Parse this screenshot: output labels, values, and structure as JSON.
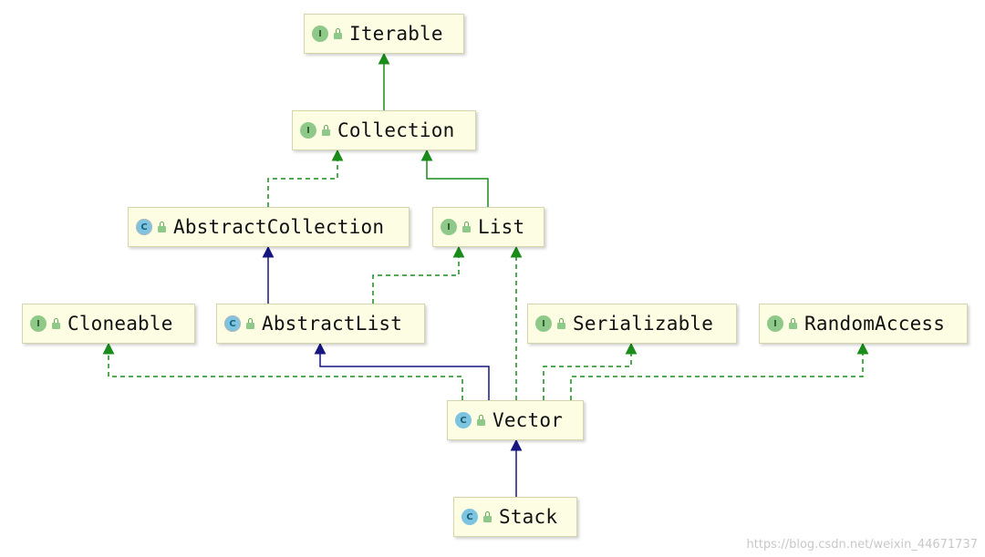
{
  "nodes": {
    "iterable": {
      "label": "Iterable",
      "kind": "interface",
      "badge": "I"
    },
    "collection": {
      "label": "Collection",
      "kind": "interface",
      "badge": "I"
    },
    "abstract_collection": {
      "label": "AbstractCollection",
      "kind": "abstract-class",
      "badge": "C"
    },
    "list": {
      "label": "List",
      "kind": "interface",
      "badge": "I"
    },
    "cloneable": {
      "label": "Cloneable",
      "kind": "interface",
      "badge": "I"
    },
    "abstract_list": {
      "label": "AbstractList",
      "kind": "abstract-class",
      "badge": "C"
    },
    "serializable": {
      "label": "Serializable",
      "kind": "interface",
      "badge": "I"
    },
    "random_access": {
      "label": "RandomAccess",
      "kind": "interface",
      "badge": "I"
    },
    "vector": {
      "label": "Vector",
      "kind": "class",
      "badge": "C"
    },
    "stack": {
      "label": "Stack",
      "kind": "class",
      "badge": "C"
    }
  },
  "edges": [
    {
      "from": "collection",
      "to": "iterable",
      "type": "extends"
    },
    {
      "from": "abstract_collection",
      "to": "collection",
      "type": "implements"
    },
    {
      "from": "list",
      "to": "collection",
      "type": "extends"
    },
    {
      "from": "abstract_list",
      "to": "abstract_collection",
      "type": "class-extends"
    },
    {
      "from": "abstract_list",
      "to": "list",
      "type": "implements"
    },
    {
      "from": "vector",
      "to": "cloneable",
      "type": "implements"
    },
    {
      "from": "vector",
      "to": "abstract_list",
      "type": "class-extends"
    },
    {
      "from": "vector",
      "to": "list",
      "type": "implements"
    },
    {
      "from": "vector",
      "to": "serializable",
      "type": "implements"
    },
    {
      "from": "vector",
      "to": "random_access",
      "type": "implements"
    },
    {
      "from": "stack",
      "to": "vector",
      "type": "class-extends"
    }
  ],
  "colors": {
    "interface_edge": "#1a8c1a",
    "class_edge": "#16167e",
    "node_fill": "#fdfde3",
    "interface_badge": "#8fc98a",
    "class_badge": "#7cc4df"
  },
  "watermark": "https://blog.csdn.net/weixin_44671737"
}
